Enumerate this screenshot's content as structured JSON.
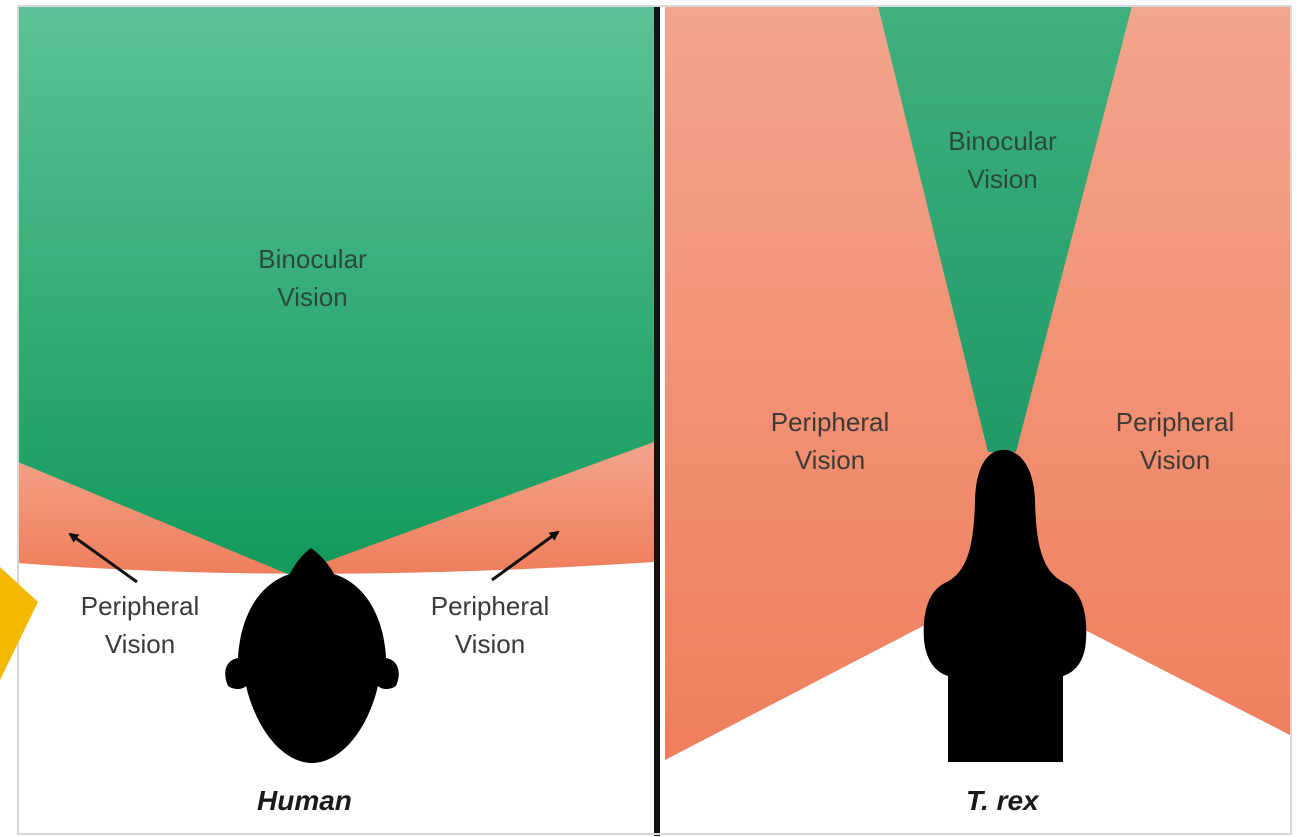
{
  "colors": {
    "binocular_top": "#5cc198",
    "binocular_bottom": "#129a5a",
    "peripheral_top": "#f3a58d",
    "peripheral_bottom": "#ef7e5c",
    "silhouette": "#000000",
    "divider": "#111111",
    "accent_corner": "#f5b800"
  },
  "human": {
    "binocular": {
      "line1": "Binocular",
      "line2": "Vision"
    },
    "peripheral_left": {
      "line1": "Peripheral",
      "line2": "Vision"
    },
    "peripheral_right": {
      "line1": "Peripheral",
      "line2": "Vision"
    },
    "caption": "Human"
  },
  "trex": {
    "binocular": {
      "line1": "Binocular",
      "line2": "Vision"
    },
    "peripheral_left": {
      "line1": "Peripheral",
      "line2": "Vision"
    },
    "peripheral_right": {
      "line1": "Peripheral",
      "line2": "Vision"
    },
    "caption": "T. rex"
  }
}
